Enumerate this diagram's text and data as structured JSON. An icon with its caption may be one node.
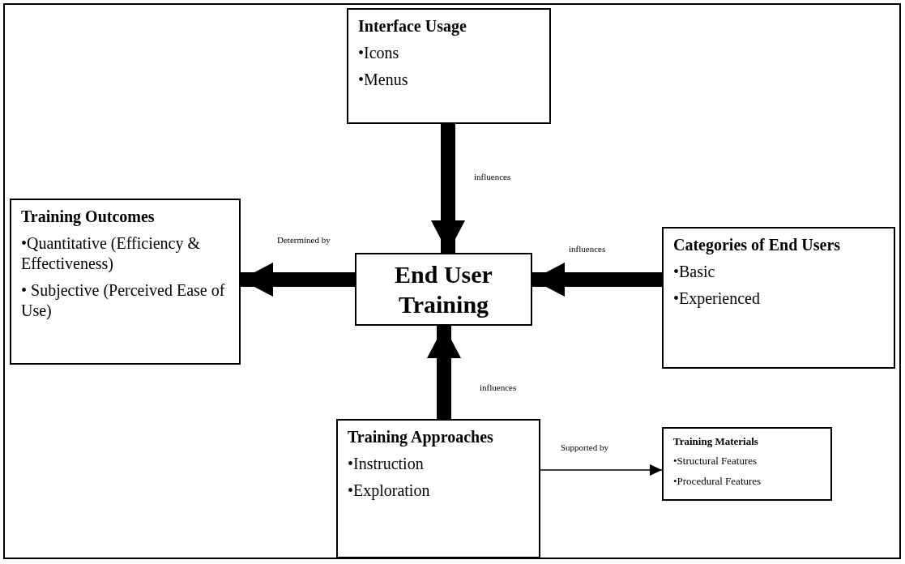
{
  "diagram": {
    "nodes": [
      {
        "text": [
          "Interface Usage",
          "•Icons",
          "•Menus"
        ]
      },
      {
        "text": [
          "Training Outcomes",
          "•Quantitative (Efficiency & Effectiveness)",
          "• Subjective (Perceived Ease of Use)"
        ]
      },
      {
        "text": [
          "End User Training"
        ]
      },
      {
        "text": [
          "Categories of End Users",
          "•Basic",
          "•Experienced"
        ]
      },
      {
        "text": [
          "Training Approaches",
          "•Instruction",
          "•Exploration"
        ]
      },
      {
        "text": [
          "Training Materials",
          "•Structural Features",
          "•Procedural Features"
        ]
      }
    ],
    "edges": [
      {
        "from": 0,
        "to": 2,
        "arrow": "to",
        "label": "influences"
      },
      {
        "from": 2,
        "to": 1,
        "arrow": "to",
        "label": "Determined by"
      },
      {
        "from": 3,
        "to": 2,
        "arrow": "to",
        "label": "influences"
      },
      {
        "from": 4,
        "to": 2,
        "arrow": "to",
        "label": "influences"
      },
      {
        "from": 4,
        "to": 5,
        "arrow": "to",
        "label": "Supported by"
      }
    ]
  }
}
